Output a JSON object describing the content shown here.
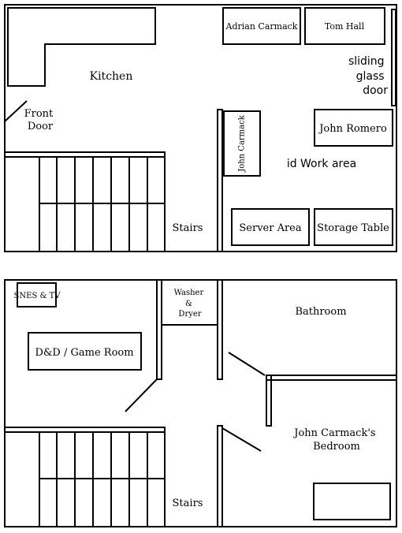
{
  "upper_floor": {
    "rooms": {
      "kitchen": "Kitchen",
      "front_door": [
        "Front",
        "Door"
      ],
      "adrian_carmack": "Adrian Carmack",
      "tom_hall": "Tom Hall",
      "sliding_glass_door": [
        "sliding",
        "glass",
        "door"
      ],
      "john_romero": "John Romero",
      "john_carmack": "John Carmack",
      "work_area": "id Work area",
      "stairs": "Stairs",
      "server_area": "Server Area",
      "storage_table": "Storage Table"
    }
  },
  "lower_floor": {
    "rooms": {
      "snes_tv": "SNES & TV",
      "washer_dryer": [
        "Washer",
        "&",
        "Dryer"
      ],
      "bathroom": "Bathroom",
      "dnd_game_room": "D&D / Game Room",
      "bedroom": [
        "John Carmack's",
        "Bedroom"
      ],
      "stairs": "Stairs"
    }
  }
}
